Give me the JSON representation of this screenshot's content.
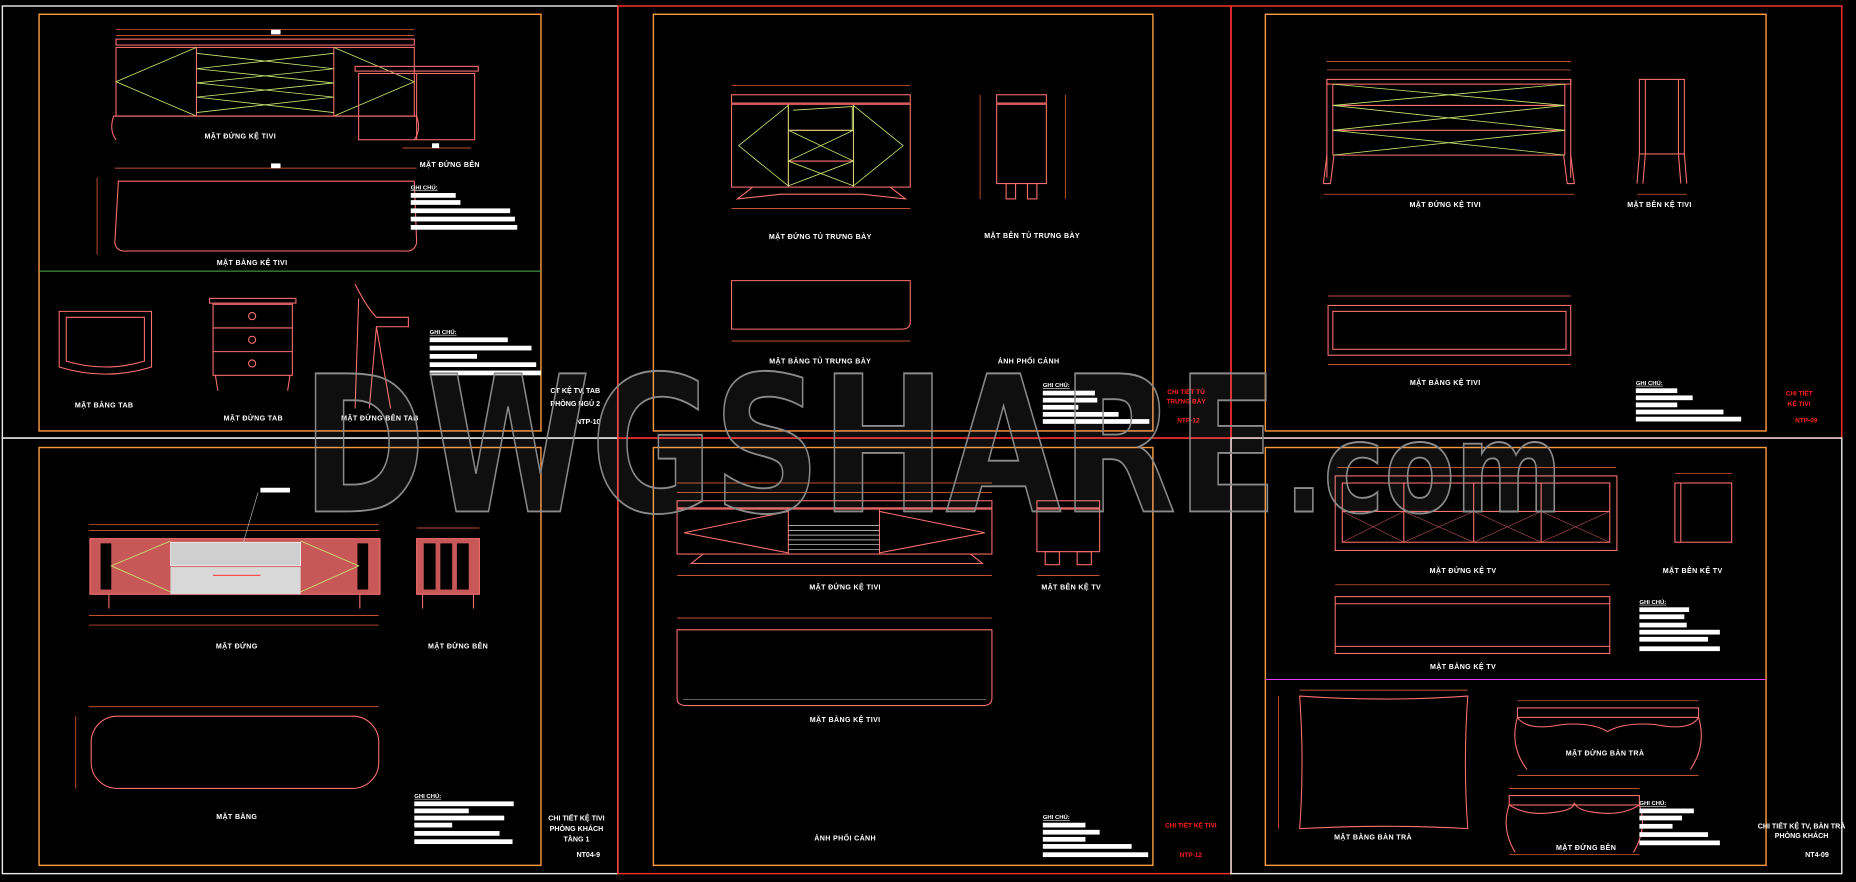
{
  "watermark": {
    "main": "DWGSHARE",
    "suffix": ".com"
  },
  "colors": {
    "background": "#000000",
    "sheet_frame": "#ff9a40",
    "drawing_lines": "#ff7070",
    "accent_lines": "#c8e870",
    "red_title": "#ff2020",
    "divider_green": "#4caf50",
    "divider_magenta": "#e040fb"
  },
  "notes_heading": "GHI CHÚ:",
  "sheets": [
    {
      "views": [
        "MẶT ĐỨNG KỆ TIVI",
        "MẶT ĐỨNG BÊN",
        "MẶT BẰNG KỆ TIVI",
        "MẶT BẰNG TAB",
        "MẶT ĐỨNG TAB",
        "MẶT ĐỨNG BÊN TAB"
      ],
      "title_lines": [
        "CT KỆ TV, TAB",
        "PHÒNG NGỦ 2"
      ],
      "code": "NTP-10"
    },
    {
      "views": [
        "MẶT ĐỨNG TỦ TRƯNG BÀY",
        "MẶT BÊN TỦ TRƯNG BÀY",
        "MẶT BẰNG TỦ TRƯNG BÀY",
        "ẢNH PHỐI CẢNH"
      ],
      "title_lines": [
        "CHI TIẾT TỦ",
        "TRƯNG BÀY"
      ],
      "code": "NTP-12"
    },
    {
      "views": [
        "MẶT ĐỨNG KỆ TIVI",
        "MẶT BÊN KỆ TIVI",
        "MẶT BẰNG KỆ TIVI"
      ],
      "title_lines": [
        "CHI TIẾT",
        "KỆ TIVI"
      ],
      "code": "NTP-09"
    },
    {
      "views": [
        "MẶT ĐỨNG",
        "MẶT ĐỨNG BÊN",
        "MẶT BẰNG"
      ],
      "title_lines": [
        "CHI TIẾT KỆ TIVI",
        "PHÒNG KHÁCH",
        "TẦNG 1"
      ],
      "code": "NT04-9"
    },
    {
      "views": [
        "MẶT ĐỨNG KỆ TIVI",
        "MẶT BÊN KỆ TV",
        "MẶT BẰNG KỆ TIVI",
        "ẢNH PHỐI CẢNH"
      ],
      "title_lines": [
        "CHI TIẾT KỆ TIVI"
      ],
      "code": "NTP-12"
    },
    {
      "views": [
        "MẶT ĐỨNG KỆ TV",
        "MẶT BÊN KỆ TV",
        "MẶT BẰNG KỆ TV",
        "MẶT BẰNG BÀN TRÀ",
        "MẶT ĐỨNG BÀN TRÀ",
        "MẶT ĐỨNG BÊN"
      ],
      "title_lines": [
        "CHI TIẾT KỆ TV, BÀN TRÀ",
        "PHÒNG KHÁCH"
      ],
      "code": "NT4-09"
    }
  ]
}
